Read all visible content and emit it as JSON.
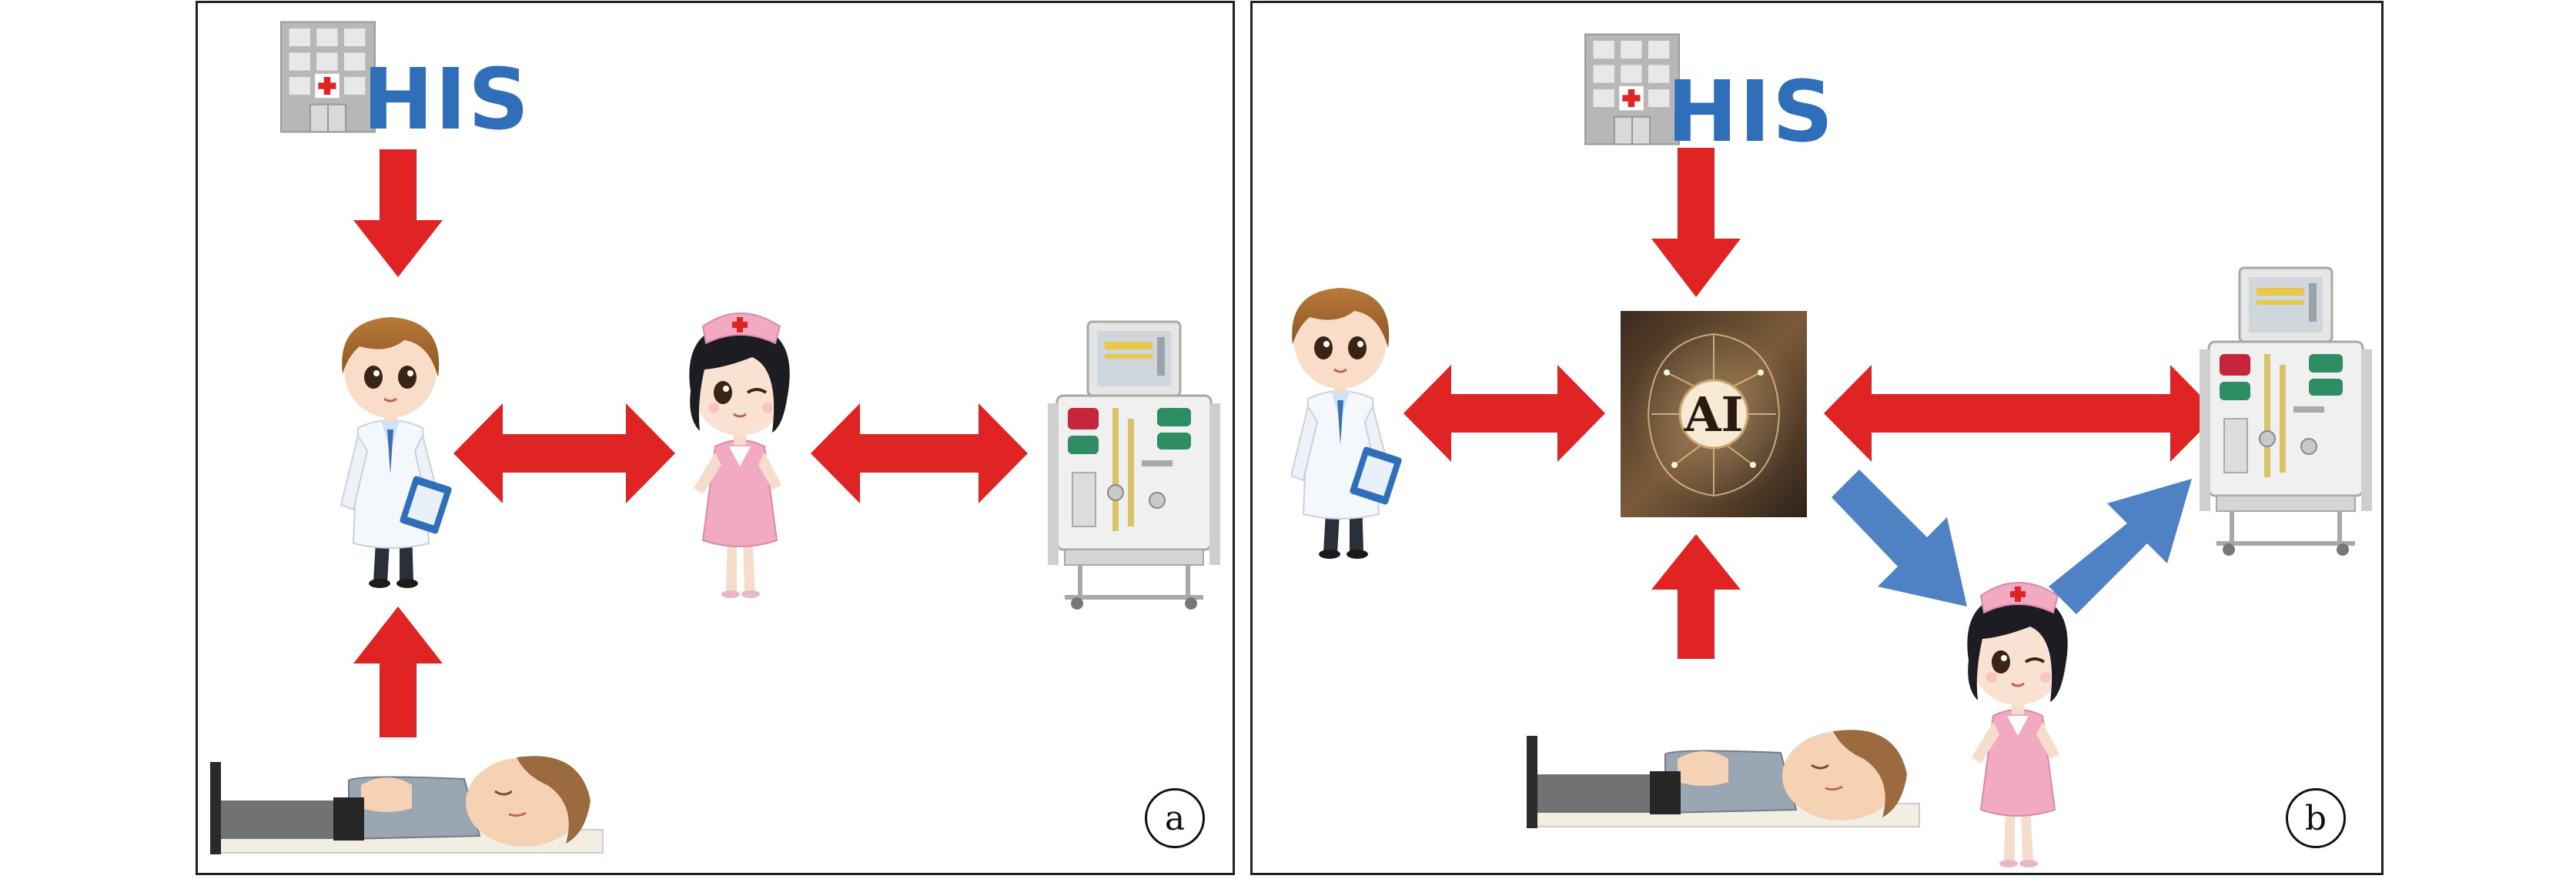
{
  "colors": {
    "arrow_red": "#e02424",
    "arrow_blue": "#4f82c5",
    "his_blue": "#2f6eb8",
    "border": "#222222"
  },
  "panels": [
    {
      "id": "a",
      "label": "a",
      "his_text": "HIS",
      "nodes": [
        "hospital-his",
        "doctor",
        "nurse",
        "dialysis-machine",
        "patient"
      ]
    },
    {
      "id": "b",
      "label": "b",
      "his_text": "HIS",
      "ai_text": "AI",
      "nodes": [
        "hospital-his",
        "ai-core",
        "doctor",
        "nurse",
        "dialysis-machine",
        "patient"
      ]
    }
  ]
}
